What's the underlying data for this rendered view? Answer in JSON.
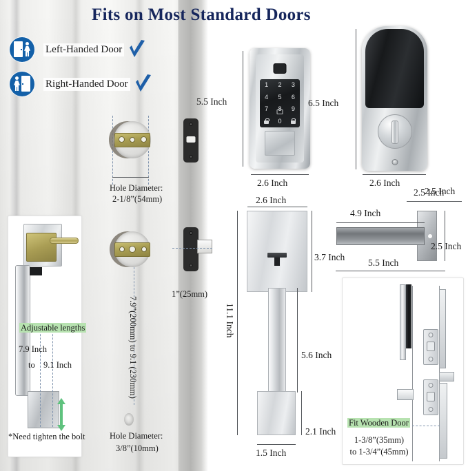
{
  "page": {
    "title": "Fits on  Most Standard Doors",
    "accent_navy": "#16265c",
    "accent_blue": "#1360a8",
    "highlight_green": "#b7e2b0"
  },
  "handed_doors": [
    {
      "icon": "left-handed-door-icon",
      "label": "Left-Handed Door",
      "check": "check-mark-icon"
    },
    {
      "icon": "right-handed-door-icon",
      "label": "Right-Handed Door",
      "check": "check-mark-icon"
    }
  ],
  "door_diagram": {
    "top_hole_label_line1": "Hole Diameter:",
    "top_hole_label_line2": "2-1/8”(54mm)",
    "backset_label": "1”(25mm)",
    "spacing_label": "7.9”(200mm) to 9.1 (230mm)",
    "bottom_hole_label_line1": "Hole Diameter:",
    "bottom_hole_label_line2": "3/8”(10mm)"
  },
  "adjustable_card": {
    "heading": "Adjustable lengths",
    "min_label": "7.9 Inch",
    "to_label": "to",
    "max_label": "9.1 Inch",
    "footnote": "*Need tighten the bolt",
    "arrow_up": "arrow-up-icon",
    "arrow_down": "arrow-down-icon"
  },
  "keypad_lock": {
    "height_label": "5.5 Inch",
    "width_label": "2.6 Inch",
    "keys": [
      "1",
      "2",
      "3",
      "4",
      "5",
      "6",
      "7",
      "8",
      "9",
      "0"
    ],
    "lock_icon_left": "lock-icon",
    "lock_icon_right": "lock-icon",
    "card_icon": "rfid-card-icon",
    "fingerprint_icon": "fingerprint-sensor-icon"
  },
  "deadbolt_back": {
    "height_label": "6.5 Inch",
    "width_label": "2.6 Inch",
    "depth_label": "2.5 Inch",
    "thumbturn_icon": "thumbturn-icon"
  },
  "handle_set": {
    "top_width_label": "2.6 Inch",
    "plate_height_label": "3.7 Inch",
    "total_height_label": "11.1 Inch",
    "grip_length_label": "5.6 Inch",
    "foot_height_label": "2.1 Inch",
    "foot_width_label": "1.5 Inch",
    "keyhole_icon": "keyhole-icon"
  },
  "lever_handle": {
    "plate_width_label": "2.5 Inch",
    "lever_length_label": "4.9 Inch",
    "total_length_label": "5.5 Inch",
    "plate_height_label": "2.5 Inch"
  },
  "wooden_door": {
    "heading": "Fit Wooden Door",
    "thickness_line1": "1-3/8”(35mm)",
    "thickness_line2": "to 1-3/4”(45mm)"
  }
}
